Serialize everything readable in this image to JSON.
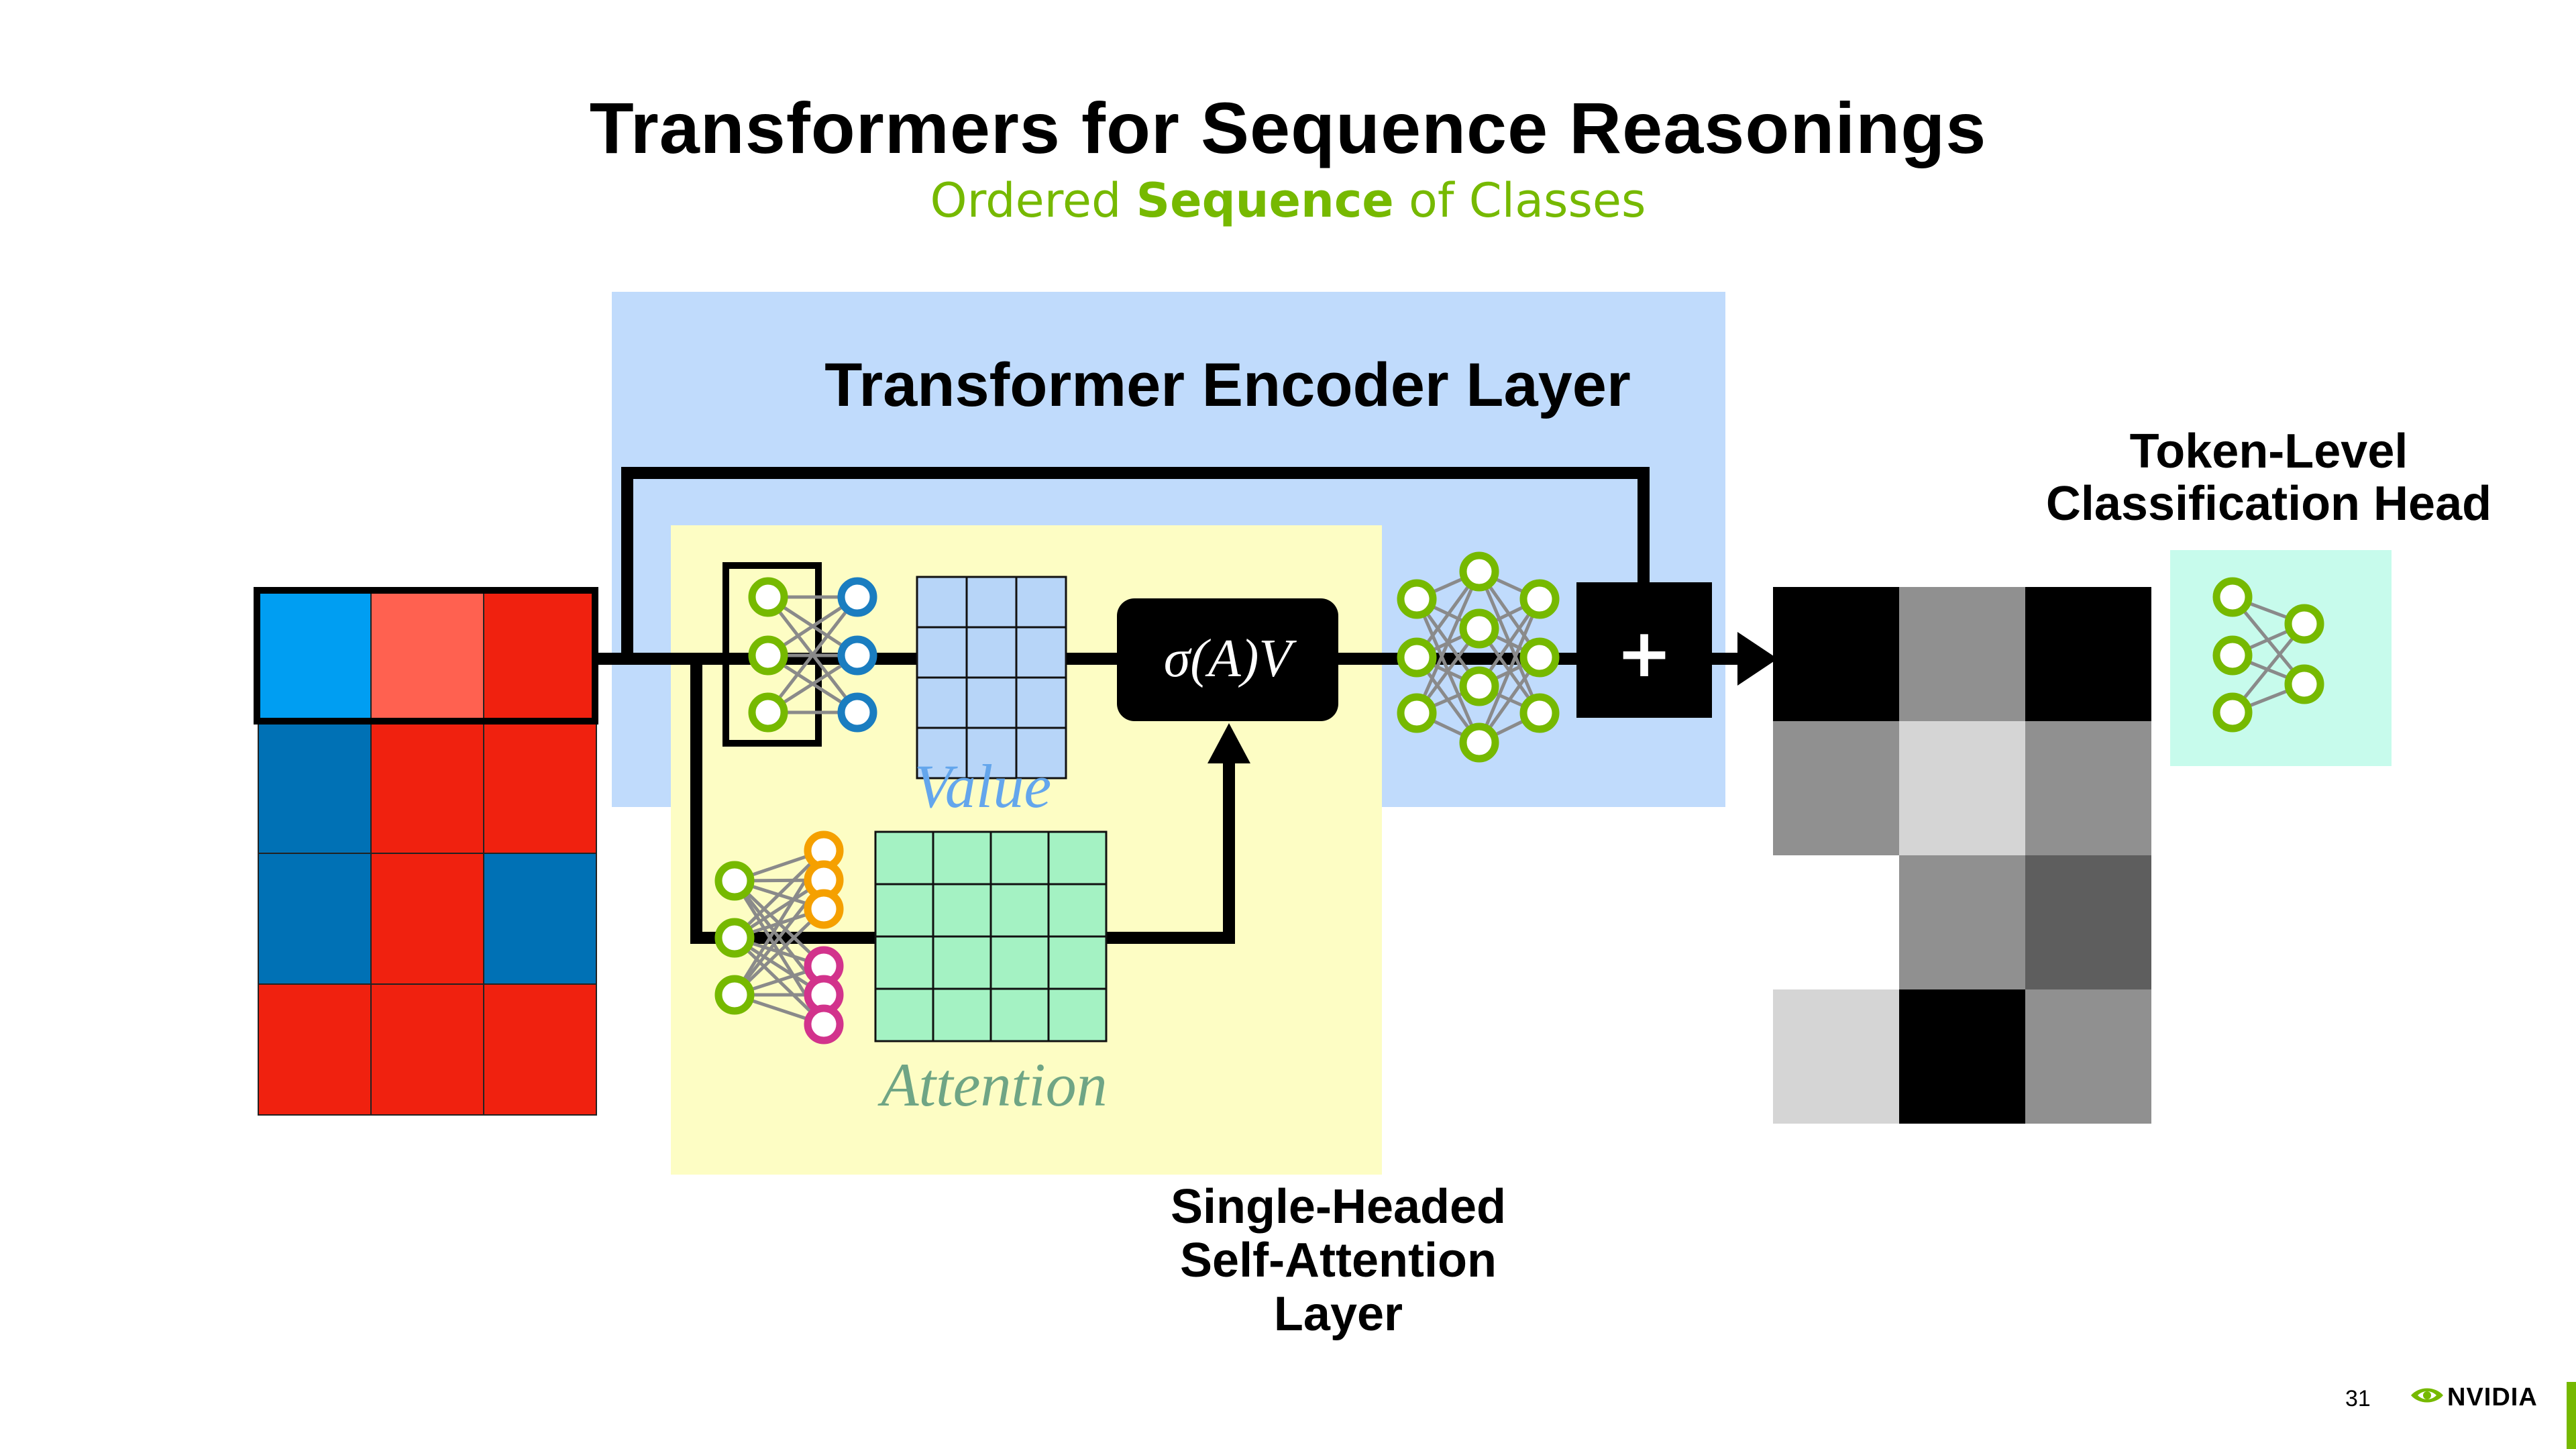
{
  "slide": {
    "title": "Transformers for Sequence Reasonings",
    "subtitle_pre": "Ordered ",
    "subtitle_bold": "Sequence",
    "subtitle_post": " of Classes",
    "page_number": "31",
    "logo_text": "NVIDIA"
  },
  "diagram": {
    "encoder_label": "Transformer Encoder Layer",
    "head_label_line1": "Token-Level",
    "head_label_line2": "Classification Head",
    "attention_layer_line1": "Single-Headed",
    "attention_layer_line2": "Self-Attention",
    "attention_layer_line3": "Layer",
    "value_label": "Value",
    "attention_label": "Attention",
    "formula": "σ(A)V",
    "residual_symbol": "+",
    "input_grid_colors": [
      [
        "#009ef2",
        "#ff6150",
        "#f0210f"
      ],
      [
        "#0071b5",
        "#f0210f",
        "#f0210f"
      ],
      [
        "#0071b5",
        "#f0210f",
        "#0071b5"
      ],
      [
        "#f0210f",
        "#f0210f",
        "#f0210f"
      ]
    ],
    "output_grid_colors": [
      [
        "#000000",
        "#909090",
        "#000000"
      ],
      [
        "#909090",
        "#d5d5d5",
        "#909090"
      ],
      [
        "#ffffff",
        "#909090",
        "#5e5e5e"
      ],
      [
        "#d5d5d5",
        "#000000",
        "#909090"
      ]
    ],
    "colors": {
      "encoder_bg": "#c0dbfc",
      "attention_bg": "#fdfdc4",
      "head_bg": "#c7fbec",
      "value_grid": "#b7d5f8",
      "attention_grid": "#a4f2c3",
      "node_green": "#76b900",
      "node_blue": "#1a7dc0",
      "node_orange": "#f5a000",
      "node_magenta": "#d2338c",
      "value_text": "#64a6ec",
      "attention_text": "#6fa585",
      "accent": "#76b900"
    }
  }
}
